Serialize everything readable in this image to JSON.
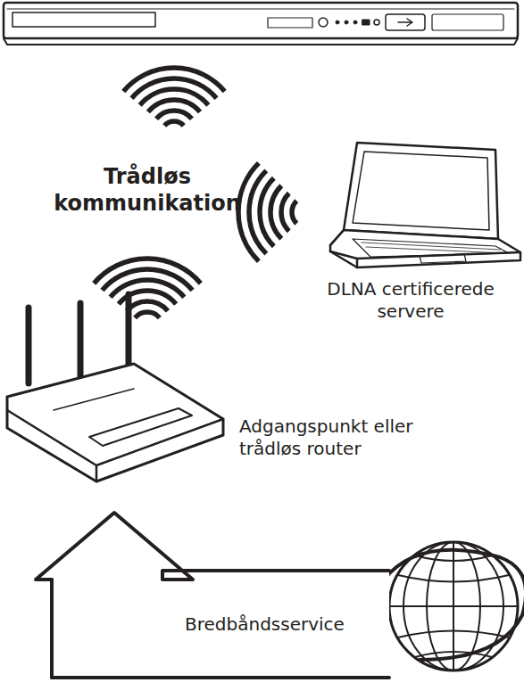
{
  "diagram": {
    "labels": [
      "Trådløs kommunikation",
      "DLNA certificerede servere",
      "Adgangspunkt eller trådløs router",
      "Bredbåndsservice"
    ]
  }
}
